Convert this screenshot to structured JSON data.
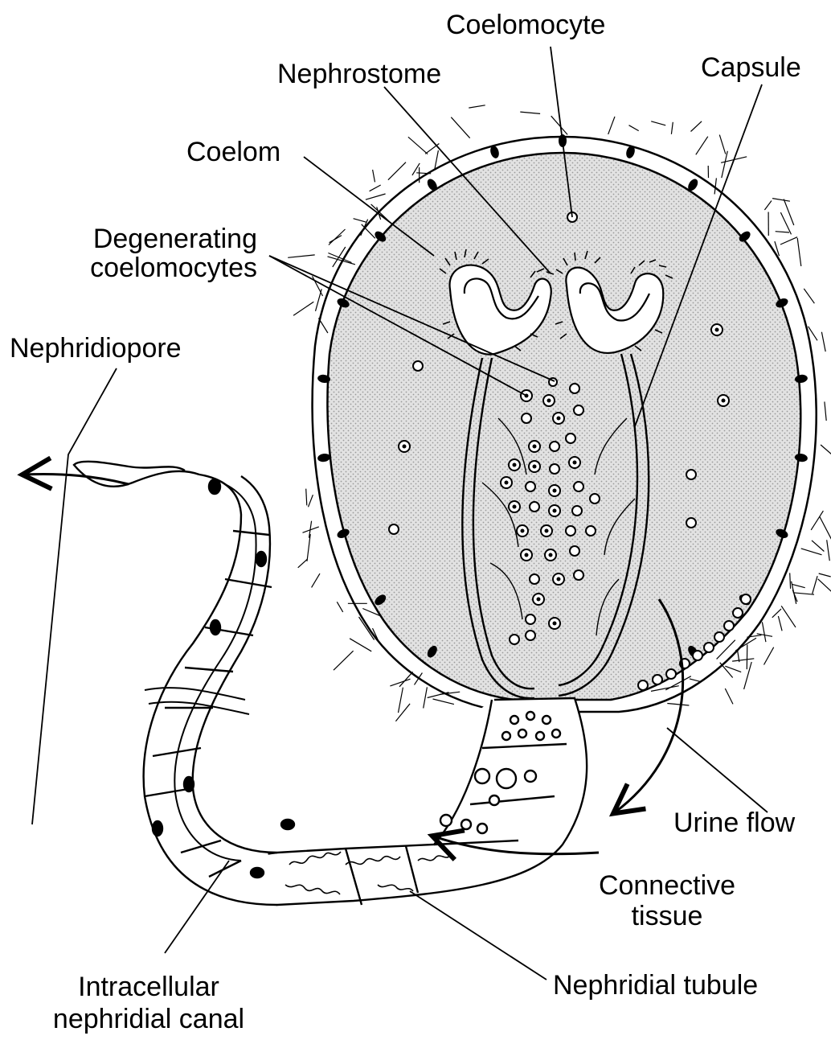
{
  "labels": {
    "coelomocyte": "Coelomocyte",
    "nephrostome": "Nephrostome",
    "capsule": "Capsule",
    "coelom": "Coelom",
    "degenerating_line1": "Degenerating",
    "degenerating_line2": "coelomocytes",
    "nephridiopore": "Nephridiopore",
    "urine_flow": "Urine flow",
    "connective_line1": "Connective",
    "connective_line2": "tissue",
    "canal_line1": "Intracellular",
    "canal_line2": "nephridial canal",
    "tubule": "Nephridial tubule"
  },
  "colors": {
    "ink": "#000000",
    "coelom_fill": "#d6d6d6",
    "background": "#ffffff"
  }
}
